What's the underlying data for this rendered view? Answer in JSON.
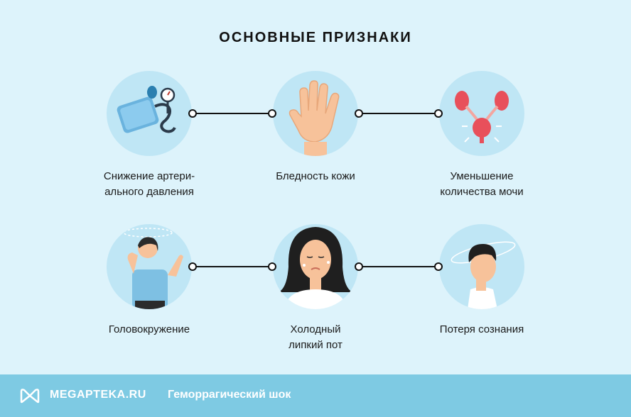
{
  "title": "ОСНОВНЫЕ ПРИЗНАКИ",
  "signs": [
    {
      "label_line1": "Снижение артери-",
      "label_line2": "ального давления",
      "icon": "blood-pressure-monitor-icon"
    },
    {
      "label_line1": "Бледность кожи",
      "label_line2": "",
      "icon": "pale-hand-icon"
    },
    {
      "label_line1": "Уменьшение",
      "label_line2": "количества мочи",
      "icon": "kidneys-icon"
    },
    {
      "label_line1": "Головокружение",
      "label_line2": "",
      "icon": "dizzy-woman-icon"
    },
    {
      "label_line1": "Холодный",
      "label_line2": "липкий пот",
      "icon": "sweating-woman-icon"
    },
    {
      "label_line1": "Потеря сознания",
      "label_line2": "",
      "icon": "fainting-man-icon"
    }
  ],
  "footer": {
    "brand": "MEGAPTEKA.RU",
    "page_title": "Геморрагический шок"
  },
  "colors": {
    "background": "#ddf3fb",
    "circle": "#bfe6f5",
    "footer": "#7ecae3"
  }
}
